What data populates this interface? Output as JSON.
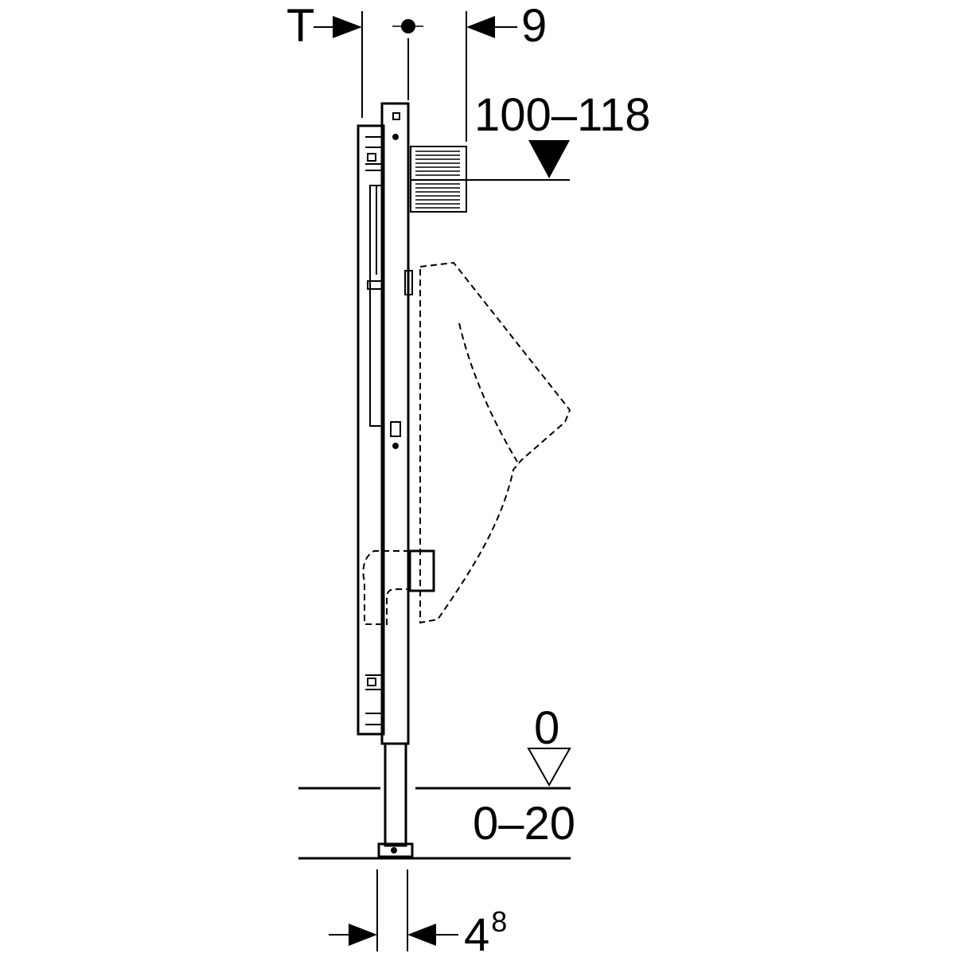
{
  "labels": {
    "depth_symbol": "T",
    "wall_offset": "9",
    "flush_height": "100–118",
    "floor_level": "0",
    "floor_range": "0–20",
    "leg_width_base": "4",
    "leg_width_sup": "8"
  },
  "colors": {
    "line": "#000000",
    "background": "#ffffff"
  },
  "icons": {
    "center": "centerline-dot-icon",
    "level": "level-triangle-icon"
  }
}
